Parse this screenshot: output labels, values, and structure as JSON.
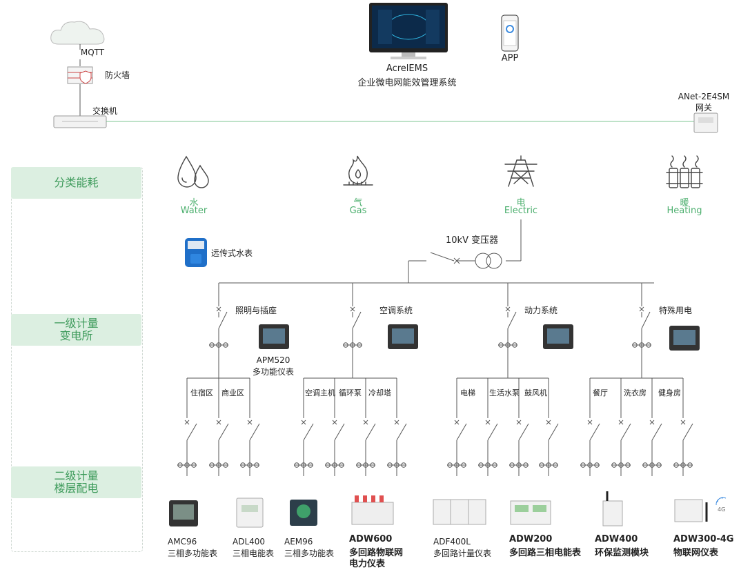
{
  "network": {
    "mqtt": "MQTT",
    "firewall": "防火墙",
    "switch": "交换机",
    "ems_name": "AcrelEMS",
    "ems_desc": "企业微电网能效管理系统",
    "app": "APP",
    "gateway_model": "ANet-2E4SM",
    "gateway": "网关"
  },
  "levels": {
    "classification": "分类能耗",
    "level1_a": "一级计量",
    "level1_b": "变电所",
    "level2_a": "二级计量",
    "level2_b": "楼层配电"
  },
  "energy": {
    "water_cn": "水",
    "water_en": "Water",
    "gas_cn": "气",
    "gas_en": "Gas",
    "electric_cn": "电",
    "electric_en": "Electric",
    "heating_cn": "暖",
    "heating_en": "Heating",
    "water_meter": "远传式水表",
    "transformer": "10kV 变压器"
  },
  "branches": {
    "lighting": "照明与插座",
    "hvac": "空调系统",
    "power": "动力系统",
    "special": "特殊用电",
    "apm_model": "APM520",
    "apm_desc": "多功能仪表"
  },
  "subloads": {
    "dorm": "住宿区",
    "commercial": "商业区",
    "ac_host": "空调主机",
    "circ_pump": "循环泵",
    "cooling_tower": "冷却塔",
    "elevator": "电梯",
    "water_pump": "生活水泵",
    "fan": "鼓风机",
    "canteen": "餐厅",
    "laundry": "洗衣房",
    "gym": "健身房"
  },
  "devices": {
    "amc96_model": "AMC96",
    "amc96_desc": "三相多功能表",
    "adl400_model": "ADL400",
    "adl400_desc": "三相电能表",
    "aem96_model": "AEM96",
    "aem96_desc": "三相多功能表",
    "adw600_model": "ADW600",
    "adw600_desc1": "多回路物联网",
    "adw600_desc2": "电力仪表",
    "adf400l_model": "ADF400L",
    "adf400l_desc": "多回路计量仪表",
    "adw200_model": "ADW200",
    "adw200_desc": "多回路三相电能表",
    "adw400_model": "ADW400",
    "adw400_desc": "环保监测模块",
    "adw300_model": "ADW300-4G",
    "adw300_desc": "物联网仪表",
    "badge_4g": "4G"
  },
  "colors": {
    "accent": "#4caf6e",
    "band": "#dcefe1",
    "line": "#555555"
  }
}
